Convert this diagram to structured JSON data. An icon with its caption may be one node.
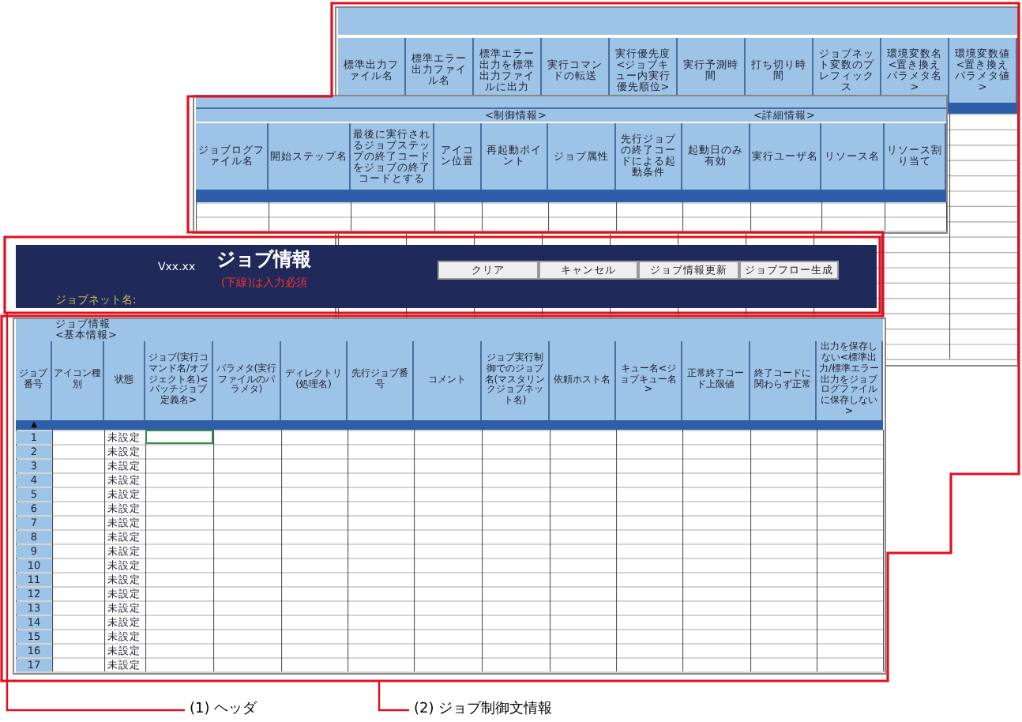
{
  "diagram": {
    "nodes": [
      {
        "text": [
          "(1) ヘッダ"
        ]
      },
      {
        "text": [
          "(2) ジョブ制御文情報"
        ]
      },
      {
        "text": [],
        "shape": "box"
      },
      {
        "text": [],
        "shape": "box"
      }
    ],
    "edges": [
      {
        "from": 0,
        "to": 2,
        "arrow": "none"
      },
      {
        "from": 1,
        "to": 3,
        "arrow": "none"
      }
    ],
    "labels": [
      "標準出力ファイル名",
      "標準エラー出力ファイル名",
      "標準エラー出力を標準出力ファイルに出力",
      "実行コマンドの転送",
      "実行優先度<ジョブキュー内実行優先順位>",
      "実行予測時間",
      "打ち切り時間",
      "ジョブネット変数のプレフィックス",
      "環境変数名<置き換えパラメタ名>",
      "環境変数値<置き換えパラメタ値>",
      "<制御情報>",
      "<詳細情報>",
      "ジョブログファイル名",
      "開始ステップ名",
      "最後に実行されるジョブステップの終了コードをジョブの終了コードとする",
      "アイコン位置",
      "再起動ポイント",
      "ジョブ属性",
      "先行ジョブの終了コードによる起動条件",
      "起動日のみ有効",
      "実行ユーザ名",
      "リソース名",
      "リソース割り当て",
      "Vxx.xx",
      "ジョブ情報",
      "(下線)は入力必須",
      "ジョブネット名:",
      "クリア",
      "キャンセル",
      "ジョブ情報更新",
      "ジョブフロー生成",
      "ジョブ情報",
      "<基本情報>",
      "ジョブ番号",
      "アイコン種別",
      "状態",
      "ジョブ(実行コマンド名/オブジェクト名)<バッチジョブ定義名>",
      "パラメタ(実行ファイルのパラメタ)",
      "ディレクトリ(処理名)",
      "先行ジョブ番号",
      "コメント",
      "ジョブ実行制御でのジョブ名(マスタリンクジョブネット名)",
      "依頼ホスト名",
      "キュー名<ジョブキュー名>",
      "正常終了コード上限値",
      "終了コードに関わらず正常",
      "出力を保存しない<標準出力/標準エラー出力をジョブログファイルに保存しない>",
      "▲",
      "1",
      "未設定",
      "2",
      "未設定",
      "3",
      "未設定",
      "4",
      "未設定",
      "5",
      "未設定",
      "6",
      "未設定",
      "7",
      "未設定",
      "8",
      "未設定",
      "9",
      "未設定",
      "10",
      "未設定",
      "11",
      "未設定",
      "12",
      "未設定",
      "13",
      "未設定",
      "14",
      "未設定",
      "15",
      "未設定",
      "16",
      "未設定",
      "17",
      "未設定"
    ]
  }
}
